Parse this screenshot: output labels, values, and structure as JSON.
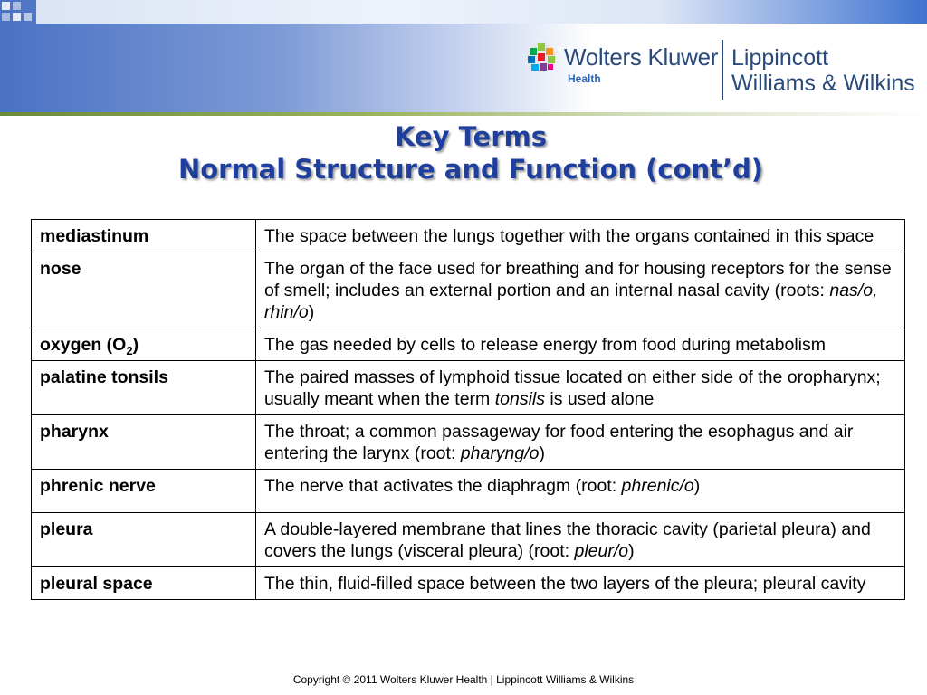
{
  "brand": {
    "company": "Wolters Kluwer",
    "division": "Health",
    "imprint_line1": "Lippincott",
    "imprint_line2": "Williams & Wilkins"
  },
  "title": {
    "line1": "Key Terms",
    "line2": "Normal Structure and Function (cont’d)"
  },
  "table": {
    "rows": [
      {
        "term": "mediastinum",
        "definition": "The space between the lungs together with the organs contained in this space"
      },
      {
        "term": "nose",
        "definition": "The organ of the face used for breathing and for housing receptors for the sense of smell; includes an external portion and an internal nasal cavity (roots: ",
        "roots": "nas/o, rhin/o",
        "after": ")"
      },
      {
        "term": "oxygen (O",
        "term_sub": "2",
        "term_after": ")",
        "definition": "The gas needed by cells to release energy from food during metabolism"
      },
      {
        "term": "palatine tonsils",
        "definition": "The paired masses of lymphoid tissue located on either side of the oropharynx; usually meant when the term ",
        "roots": "tonsils",
        "after": " is used alone"
      },
      {
        "term": "pharynx",
        "definition": "The throat; a common passageway for food entering the esophagus and air entering the larynx (root: ",
        "roots": "pharyng/o",
        "after": ")"
      },
      {
        "term": "phrenic nerve",
        "definition": "The nerve that activates the diaphragm (root: ",
        "roots": "phrenic/o",
        "after": ")"
      },
      {
        "term": "pleura",
        "definition": "A double-layered membrane that lines the thoracic cavity (parietal pleura) and covers the lungs (visceral pleura) (root: ",
        "roots": "pleur/o",
        "after": ")"
      },
      {
        "term": "pleural space",
        "definition": "The thin, fluid-filled space between the two layers of the pleura; pleural cavity"
      }
    ]
  },
  "footer": "Copyright © 2011 Wolters Kluwer Health | Lippincott Williams & Wilkins",
  "colors": {
    "title": "#1f3f9e",
    "brand_text": "#2a4a7a",
    "header_blue": "#4a72c4"
  }
}
